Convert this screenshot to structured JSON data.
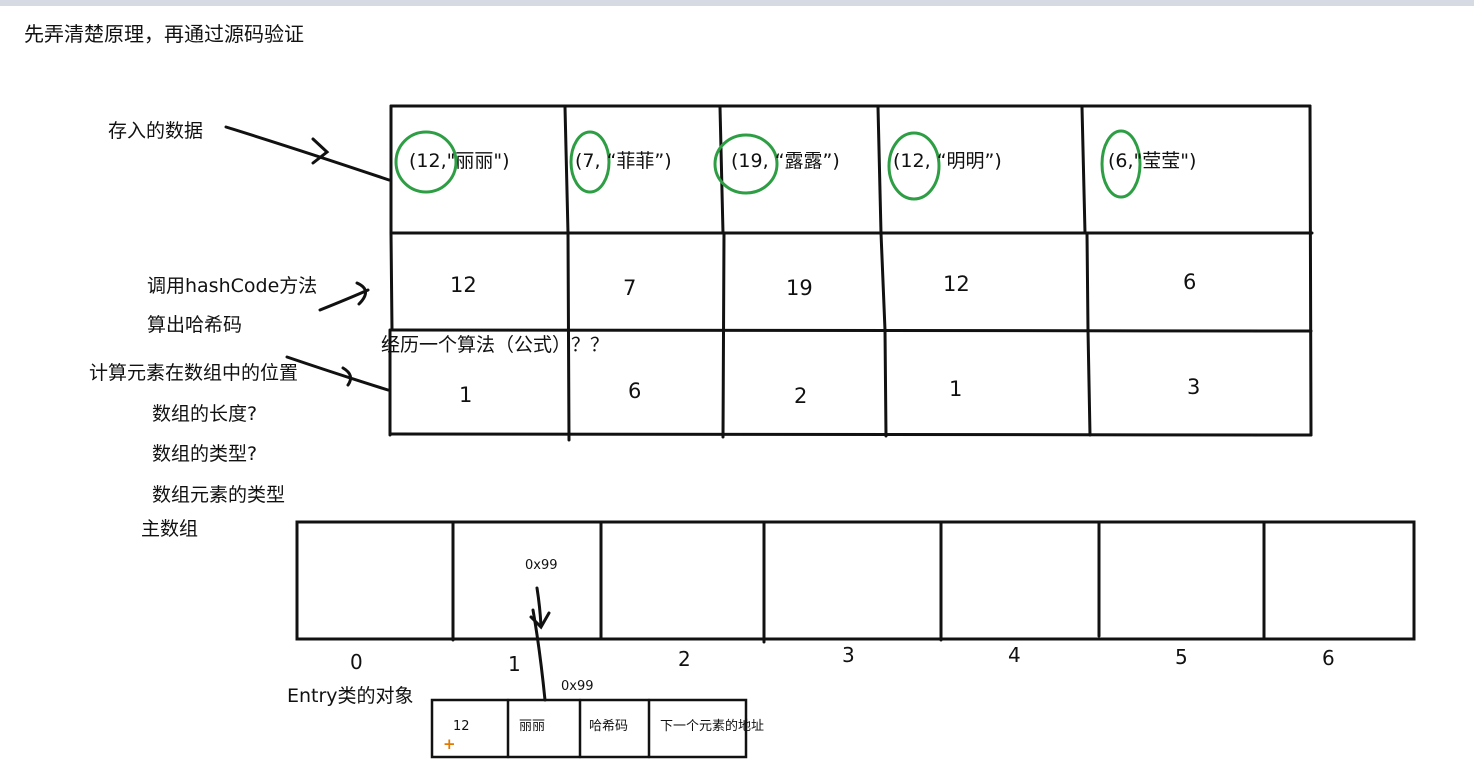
{
  "title": "先弄清楚原理，再通过源码验证",
  "left_labels": {
    "stored_data": "存入的数据",
    "call_hashcode": "调用hashCode方法",
    "compute_hash": "算出哈希码",
    "compute_position": "计算元素在数组中的位置",
    "array_length": "数组的长度?",
    "array_type": "数组的类型?",
    "element_type": "数组元素的类型",
    "main_array": "主数组",
    "entry_object": "Entry类的对象"
  },
  "algorithm_note": "经历一个算法（公式）？？",
  "pairs": [
    {
      "key": "(12,",
      "value": "\"丽丽\")"
    },
    {
      "key": "(7,",
      "value": "“菲菲”)"
    },
    {
      "key": "(19,",
      "value": "“露露”)"
    },
    {
      "key": "(12,",
      "value": "“明明”)"
    },
    {
      "key": "(6,",
      "value": "\"莹莹\")"
    }
  ],
  "hash_codes": [
    "12",
    "7",
    "19",
    "12",
    "6"
  ],
  "positions": [
    "1",
    "6",
    "2",
    "1",
    "3"
  ],
  "main_array_indices": [
    "0",
    "1",
    "2",
    "3",
    "4",
    "5",
    "6"
  ],
  "address_in_array": "0x99",
  "address_entry": "0x99",
  "entry_fields": [
    "12",
    "丽丽",
    "哈希码",
    "下一个元素的地址"
  ],
  "entry_plus": "+",
  "colors": {
    "circle": "#2e9e44",
    "ink": "#111111",
    "plus": "#e07b00"
  }
}
